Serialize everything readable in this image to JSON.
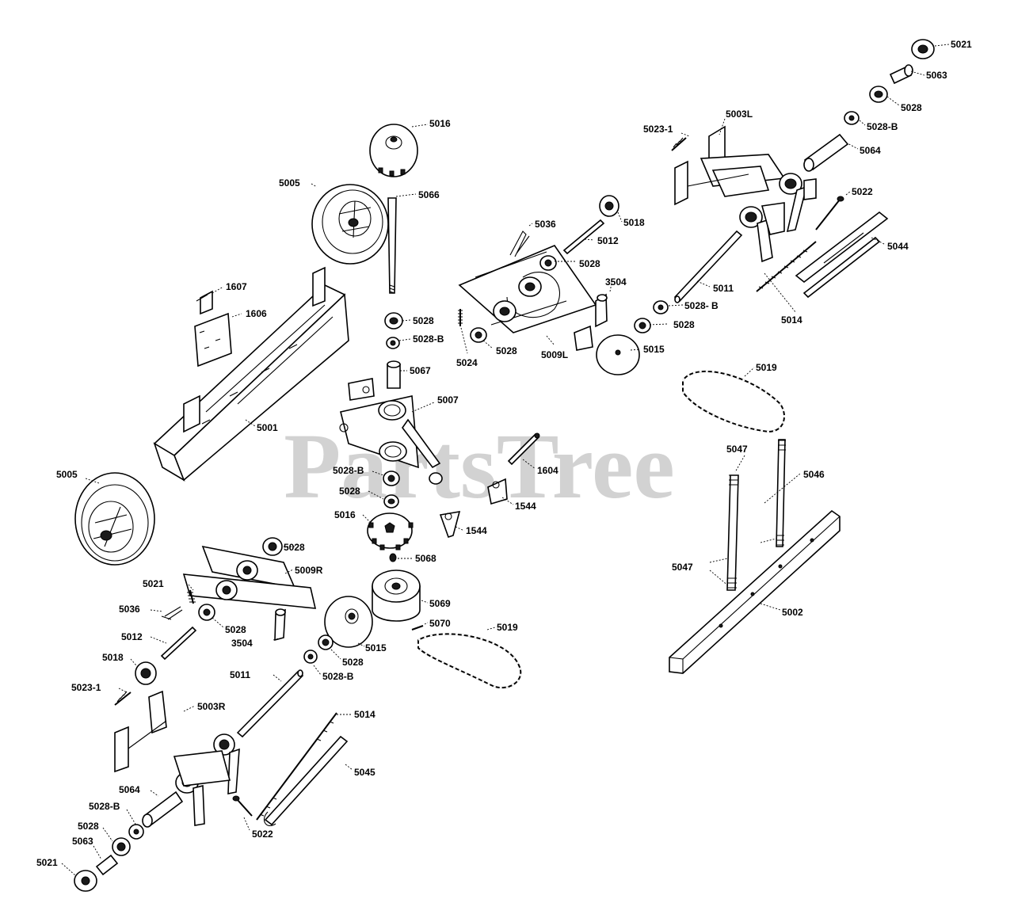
{
  "watermark": "PartsTree",
  "labels": {
    "p5021a": "5021",
    "p5063a": "5063",
    "p5028a": "5028",
    "p5028ba": "5028-B",
    "p5003l": "5003L",
    "p5023_1a": "5023-1",
    "p5064a": "5064",
    "p5022a": "5022",
    "p5044": "5044",
    "p5016a": "5016",
    "p5005a": "5005",
    "p5066": "5066",
    "p5036a": "5036",
    "p5018a": "5018",
    "p5012a": "5012",
    "p5028b": "5028",
    "p3504a": "3504",
    "p5011a": "5011",
    "p5028bb": "5028- B",
    "p5028c": "5028",
    "p5014a": "5014",
    "p1607": "1607",
    "p1606": "1606",
    "p5028d": "5028",
    "p5028bc": "5028-B",
    "p5028e": "5028",
    "p5024": "5024",
    "p5009l": "5009L",
    "p5015a": "5015",
    "p5067": "5067",
    "p5007": "5007",
    "p5019a": "5019",
    "p5001": "5001",
    "p5047a": "5047",
    "p5046": "5046",
    "p5005b": "5005",
    "p5028bd": "5028-B",
    "p1604": "1604",
    "p5028f": "5028",
    "p1544a": "1544",
    "p5016b": "5016",
    "p1544b": "1544",
    "p5028g": "5028",
    "p5068": "5068",
    "p5047b": "5047",
    "p5009r": "5009R",
    "p5021b": "5021",
    "p5069": "5069",
    "p5036b": "5036",
    "p5028h": "5028",
    "p5070": "5070",
    "p5019b": "5019",
    "p3504b": "3504",
    "p5002": "5002",
    "p5012b": "5012",
    "p5015b": "5015",
    "p5028i": "5028",
    "p5018b": "5018",
    "p5028be": "5028-B",
    "p5011b": "5011",
    "p5023_1b": "5023-1",
    "p5003r": "5003R",
    "p5014b": "5014",
    "p5045": "5045",
    "p5064b": "5064",
    "p5028bf": "5028-B",
    "p5022b": "5022",
    "p5028j": "5028",
    "p5063b": "5063",
    "p5021c": "5021"
  }
}
